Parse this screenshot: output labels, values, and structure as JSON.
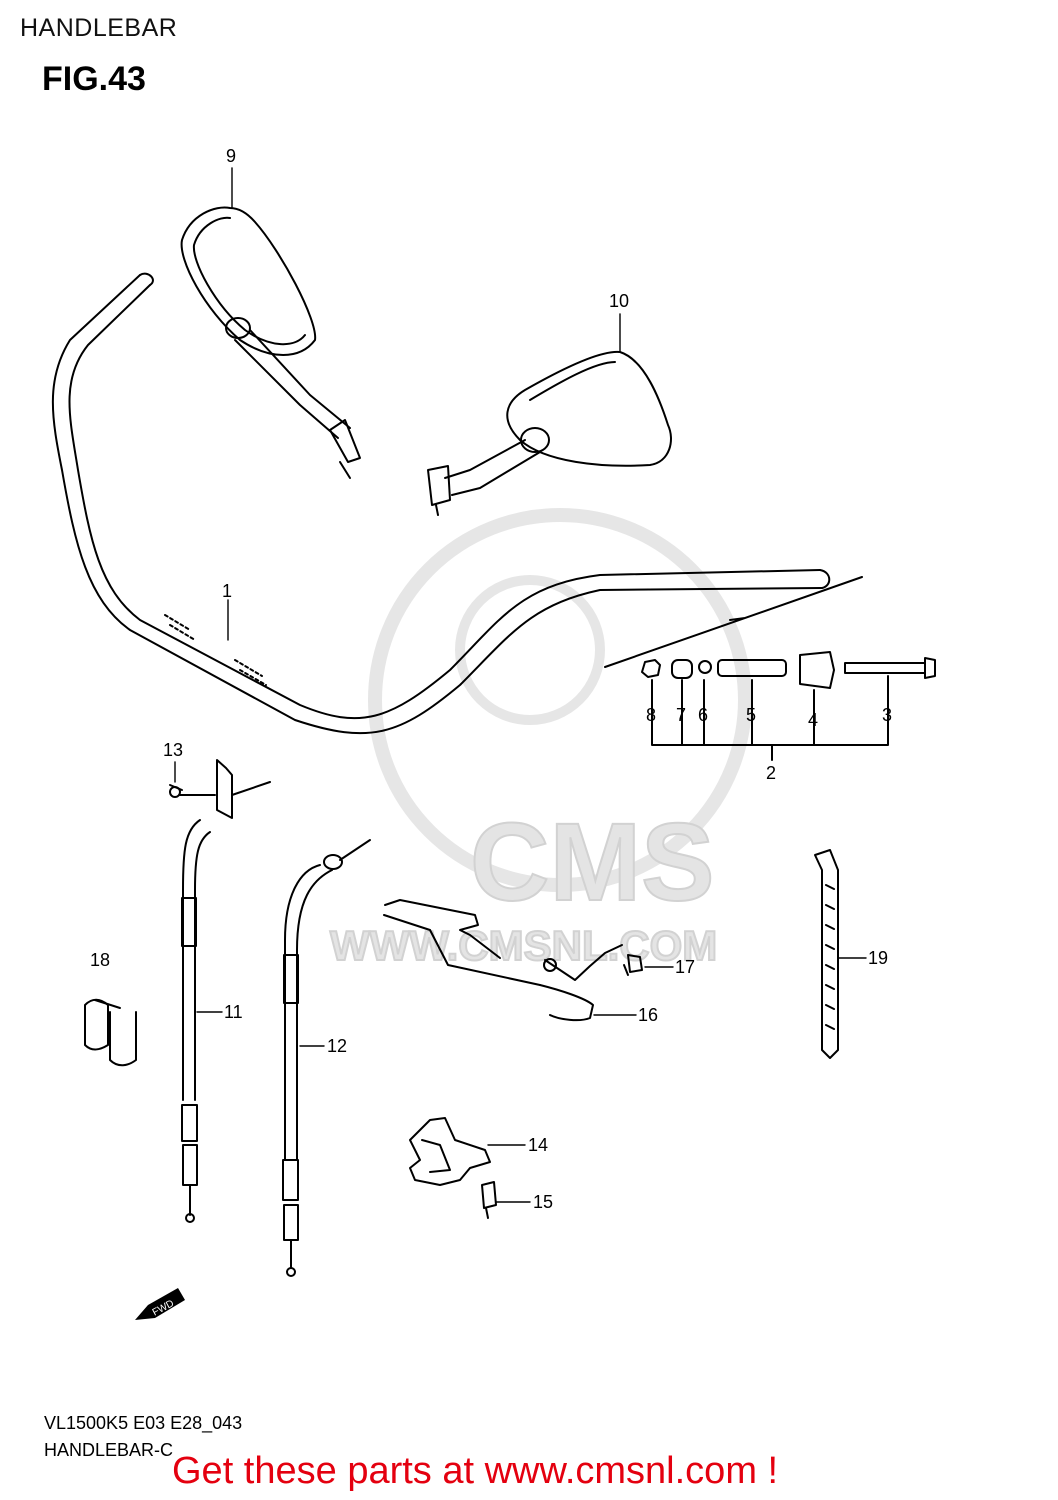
{
  "header": {
    "section": "HANDLEBAR",
    "figure": "FIG.43"
  },
  "watermark": {
    "brand": "CMS",
    "url": "WWW.CMSNL.COM"
  },
  "callouts": {
    "c1": "1",
    "c2": "2",
    "c3": "3",
    "c4": "4",
    "c5": "5",
    "c6": "6",
    "c7": "7",
    "c8": "8",
    "c9": "9",
    "c10": "10",
    "c11": "11",
    "c12": "12",
    "c13": "13",
    "c14": "14",
    "c15": "15",
    "c16": "16",
    "c17": "17",
    "c18": "18",
    "c19": "19"
  },
  "direction_badge": "FWD",
  "footer": {
    "model": "VL1500K5 E03 E28_043",
    "caption": "HANDLEBAR-C",
    "promo": "Get these parts at www.cmsnl.com !"
  }
}
